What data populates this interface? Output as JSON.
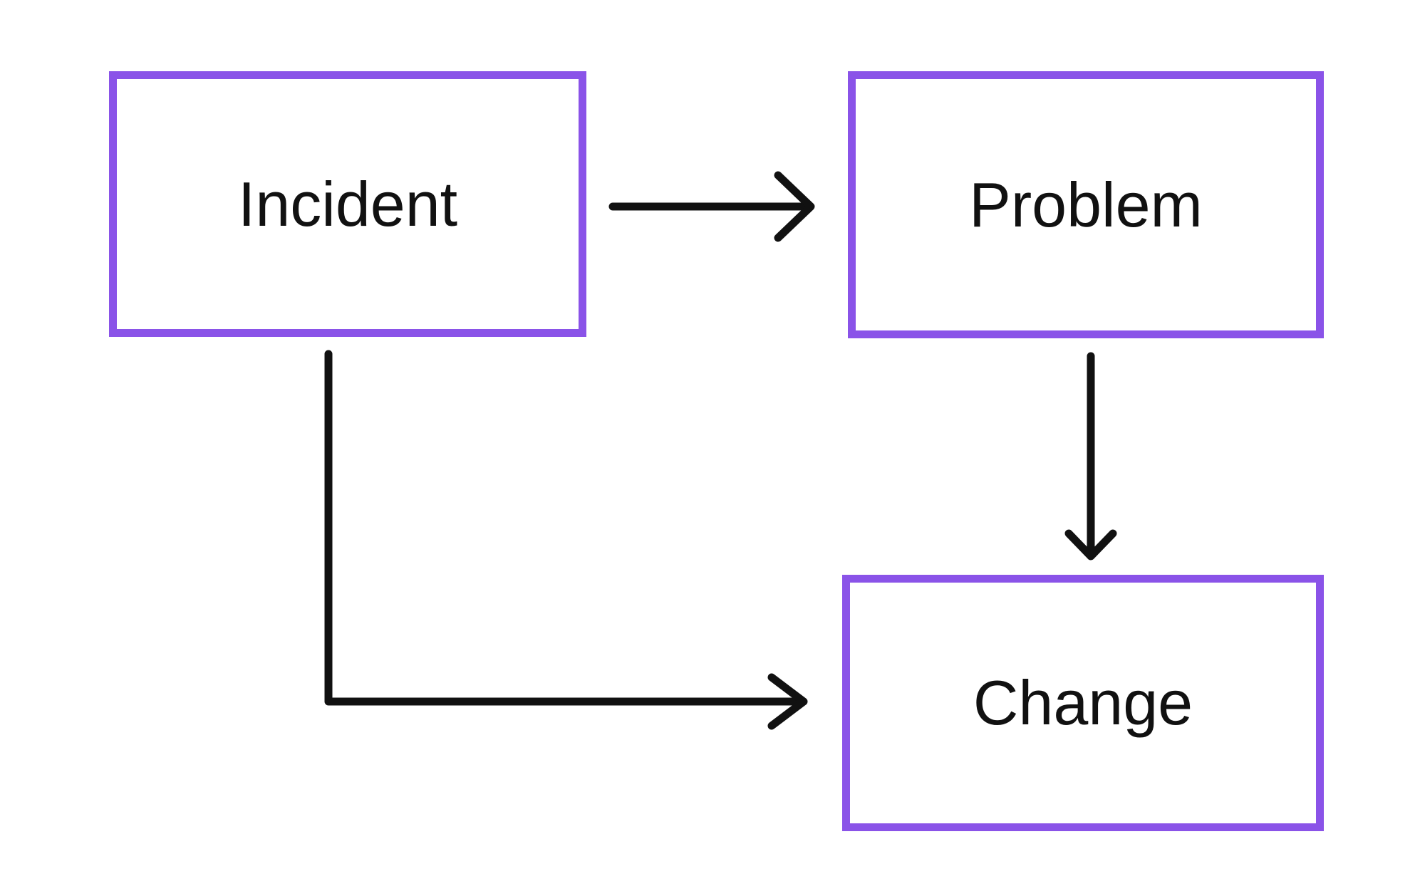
{
  "diagram": {
    "type": "flowchart",
    "background_color": "#ffffff",
    "node_border_color": "#8a53e8",
    "node_fill_color": "#ffffff",
    "text_color": "#111111",
    "arrow_color": "#111111",
    "nodes": [
      {
        "id": "incident",
        "label": "Incident"
      },
      {
        "id": "problem",
        "label": "Problem"
      },
      {
        "id": "change",
        "label": "Change"
      }
    ],
    "edges": [
      {
        "from": "incident",
        "to": "problem",
        "style": "straight-right-arrow"
      },
      {
        "from": "problem",
        "to": "change",
        "style": "straight-down-arrow"
      },
      {
        "from": "incident",
        "to": "change",
        "style": "elbow-down-right-arrow"
      }
    ]
  }
}
